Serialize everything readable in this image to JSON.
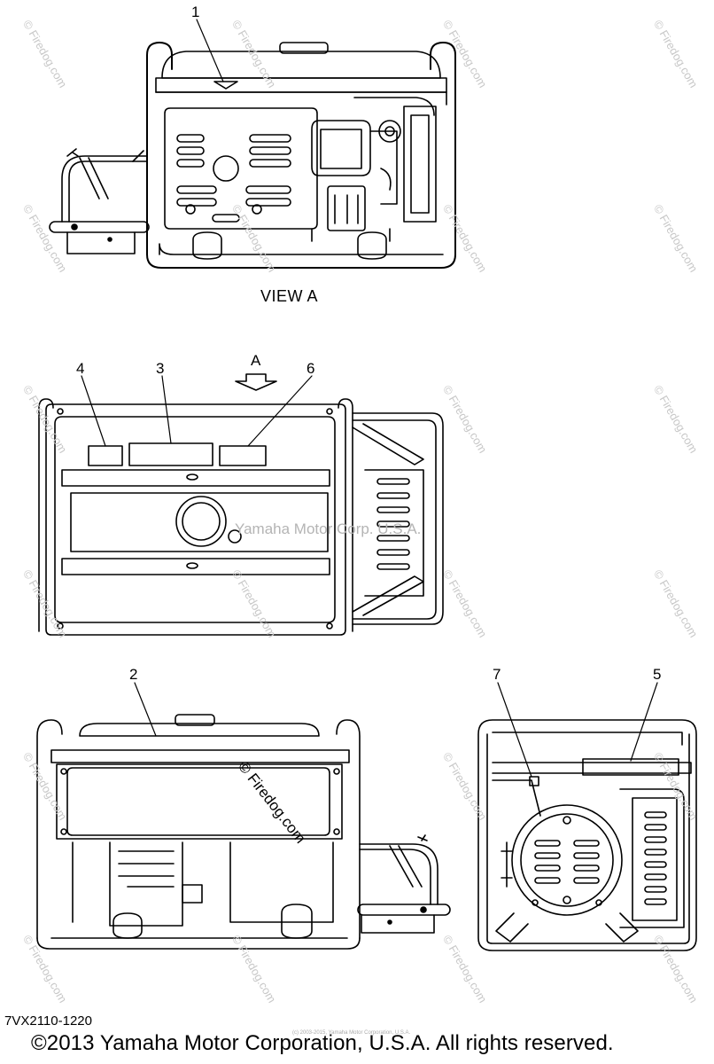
{
  "callouts": [
    "1",
    "2",
    "3",
    "4",
    "5",
    "6",
    "7"
  ],
  "view_label": "VIEW A",
  "arrow_label": "A",
  "watermark_text": "© Firedog.com",
  "watermark_center": "Yamaha Motor Corp. U.S.A.",
  "stamp_text": "© Firedog.com",
  "part_number": "7VX2110-1220",
  "copyright": "©2013 Yamaha Motor Corporation, U.S.A. All rights reserved.",
  "fine_print": "(c) 2003-2015, Yamaha Motor Corporation, U.S.A."
}
